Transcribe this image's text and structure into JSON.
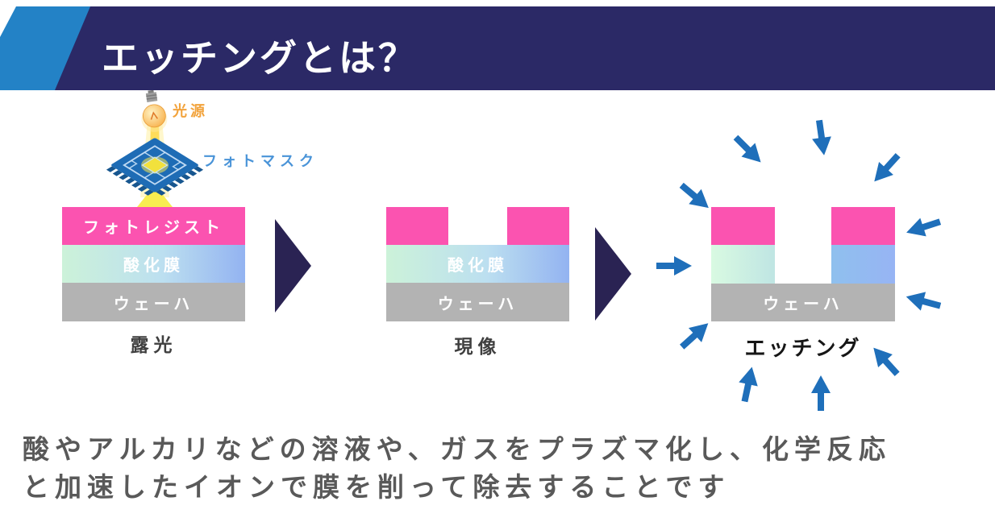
{
  "slide": {
    "title": "エッチングとは？",
    "description_line1": "酸やアルカリなどの溶液や、ガスをプラズマ化し、化学反応",
    "description_line2": "と加速したイオンで膜を削って除去することです"
  },
  "stages": {
    "exposure": {
      "caption": "露光",
      "light_source_label": "光源",
      "photomask_label": "フォトマスク",
      "layers": {
        "resist": "フォトレジスト",
        "oxide": "酸化膜",
        "wafer": "ウェーハ"
      }
    },
    "development": {
      "caption": "現像",
      "oxide_label": "酸化膜",
      "wafer_label": "ウェーハ"
    },
    "etching": {
      "caption": "エッチング",
      "wafer_label": "ウェーハ"
    }
  },
  "colors": {
    "header_navy": "#2b2966",
    "header_accent_blue": "#2382c6",
    "photoresist_pink": "#fb53b0",
    "oxide_gradient_start": "#ccf2d9",
    "oxide_gradient_end": "#93b3f1",
    "wafer_gray": "#b3b3b3",
    "process_arrow_navy": "#2a2353",
    "etch_arrow_blue": "#1f6fba",
    "light_source_orange": "#f2a33c",
    "photomask_blue": "#4a94d8",
    "body_text_gray": "#595959"
  }
}
